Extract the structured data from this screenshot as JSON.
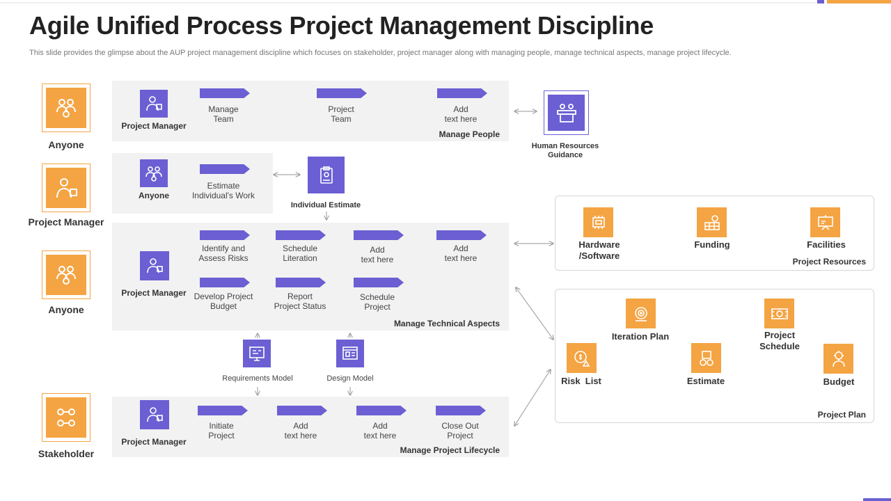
{
  "title": "Agile Unified Process Project Management Discipline",
  "subtitle": "This slide provides the glimpse about the AUP project management discipline which focuses on stakeholder, project manager along with managing people, manage technical aspects, manage project lifecycle.",
  "colors": {
    "purple": "#6b5fd3",
    "orange": "#f4a443",
    "panel": "#f2f2f2"
  },
  "roles": [
    {
      "label": "Anyone",
      "icon": "team-icon"
    },
    {
      "label": "Project Manager",
      "icon": "manager-icon"
    },
    {
      "label": "Anyone",
      "icon": "team-icon"
    },
    {
      "label": "Stakeholder",
      "icon": "stakeholder-icon"
    }
  ],
  "manage_people": {
    "actor": "Project Manager",
    "tasks": [
      "Manage\nTeam",
      "Project\nTeam",
      "Add\ntext here"
    ],
    "title": "Manage People"
  },
  "hr_guidance": {
    "label": "Human Resources\nGuidance",
    "icon": "podium-icon"
  },
  "estimate_row": {
    "actor": "Anyone",
    "task": "Estimate\nIndividual's Work"
  },
  "individual_estimate": {
    "label": "Individual Estimate",
    "icon": "clipboard-icon"
  },
  "technical": {
    "actor": "Project Manager",
    "tasks_row1": [
      "Identify and\nAssess Risks",
      "Schedule\nLiteration",
      "Add\ntext here",
      "Add\ntext here"
    ],
    "tasks_row2": [
      "Develop Project\nBudget",
      "Report\nProject Status",
      "Schedule\nProject"
    ],
    "title": "Manage Technical Aspects"
  },
  "models": [
    {
      "label": "Requirements Model",
      "icon": "requirements-icon"
    },
    {
      "label": "Design Model",
      "icon": "design-icon"
    }
  ],
  "lifecycle": {
    "actor": "Project Manager",
    "tasks": [
      "Initiate\nProject",
      "Add\ntext here",
      "Add\ntext here",
      "Close Out\nProject"
    ],
    "title": "Manage Project Lifecycle"
  },
  "project_resources": {
    "items": [
      {
        "label": "Hardware\n/Software",
        "icon": "chip-icon"
      },
      {
        "label": "Funding",
        "icon": "money-icon"
      },
      {
        "label": "Facilities",
        "icon": "presentation-icon"
      }
    ],
    "title": "Project Resources"
  },
  "project_plan": {
    "items": [
      {
        "label": "Iteration Plan",
        "icon": "target-icon"
      },
      {
        "label": "Project\nSchedule",
        "icon": "film-icon"
      },
      {
        "label": "Risk  List",
        "icon": "risk-icon"
      },
      {
        "label": "Estimate",
        "icon": "coins-icon"
      },
      {
        "label": "Budget",
        "icon": "gear-person-icon"
      }
    ],
    "title": "Project Plan"
  }
}
